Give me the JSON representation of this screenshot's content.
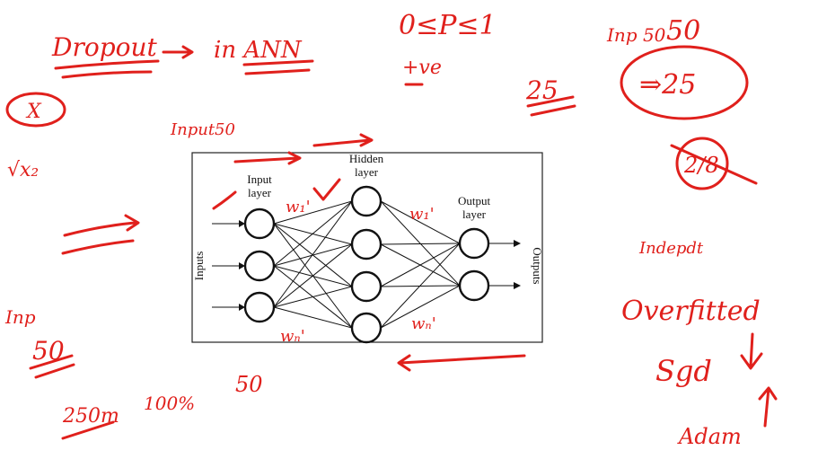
{
  "diagram": {
    "title": "",
    "labels": {
      "input_layer": [
        "Input",
        "layer"
      ],
      "hidden_layer": [
        "Hidden",
        "layer"
      ],
      "output_layer": [
        "Output",
        "layer"
      ],
      "inputs_axis": "Inputs",
      "outputs_axis": "Outputs"
    },
    "layers": {
      "input": 3,
      "hidden": 4,
      "output": 2
    },
    "connections": "fully-connected"
  },
  "annotations": {
    "dropout": "Dropout",
    "in_ann": "in ANN",
    "prob_range": "0≤P≤1",
    "positive": "+ve",
    "inp_50": "Inp 50",
    "fifty_top": "50",
    "twenty_five_circled": "⇒25",
    "twenty_five": "25",
    "x_circled": "X",
    "x_squared": "√x₂",
    "input50": "Input50",
    "w1_top": "w₁'",
    "w1_hidden": "w₁'",
    "w1_bottom": "wₙ'",
    "w1_hidden_bottom": "wₙ'",
    "inp_left": "Inp",
    "fifty_left": "50",
    "two_hundred": "250m",
    "percent": "100%",
    "fifty_bottom": "50",
    "crossed": "2/8",
    "independent": "Indepdt",
    "overfitted": "Overfitted",
    "sgd": "Sgd",
    "adam": "Adam",
    "ink_color": "#e0201c"
  }
}
